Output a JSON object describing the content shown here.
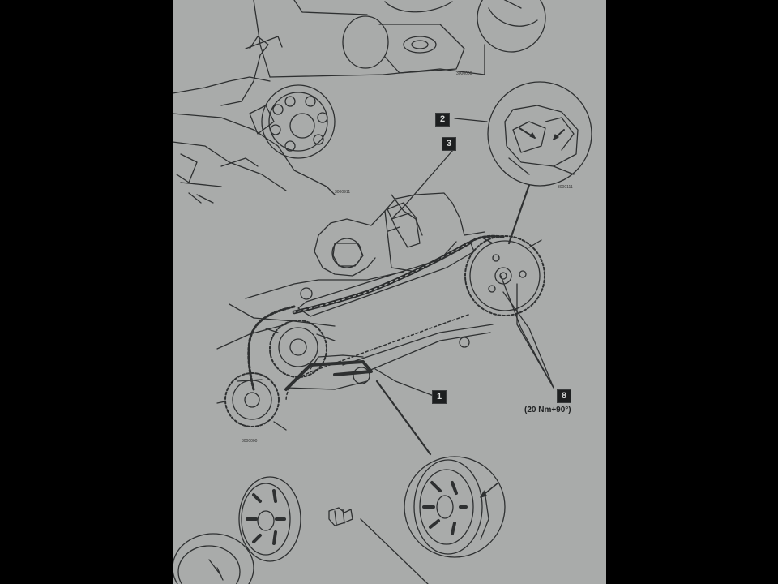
{
  "callouts": {
    "c1": "1",
    "c2": "2",
    "c3": "3",
    "c4": "8"
  },
  "torque_spec": "(20 Nm+90°)",
  "colors": {
    "paper": "#a9abaa",
    "ink": "#2b2d2e",
    "background": "#000000"
  }
}
